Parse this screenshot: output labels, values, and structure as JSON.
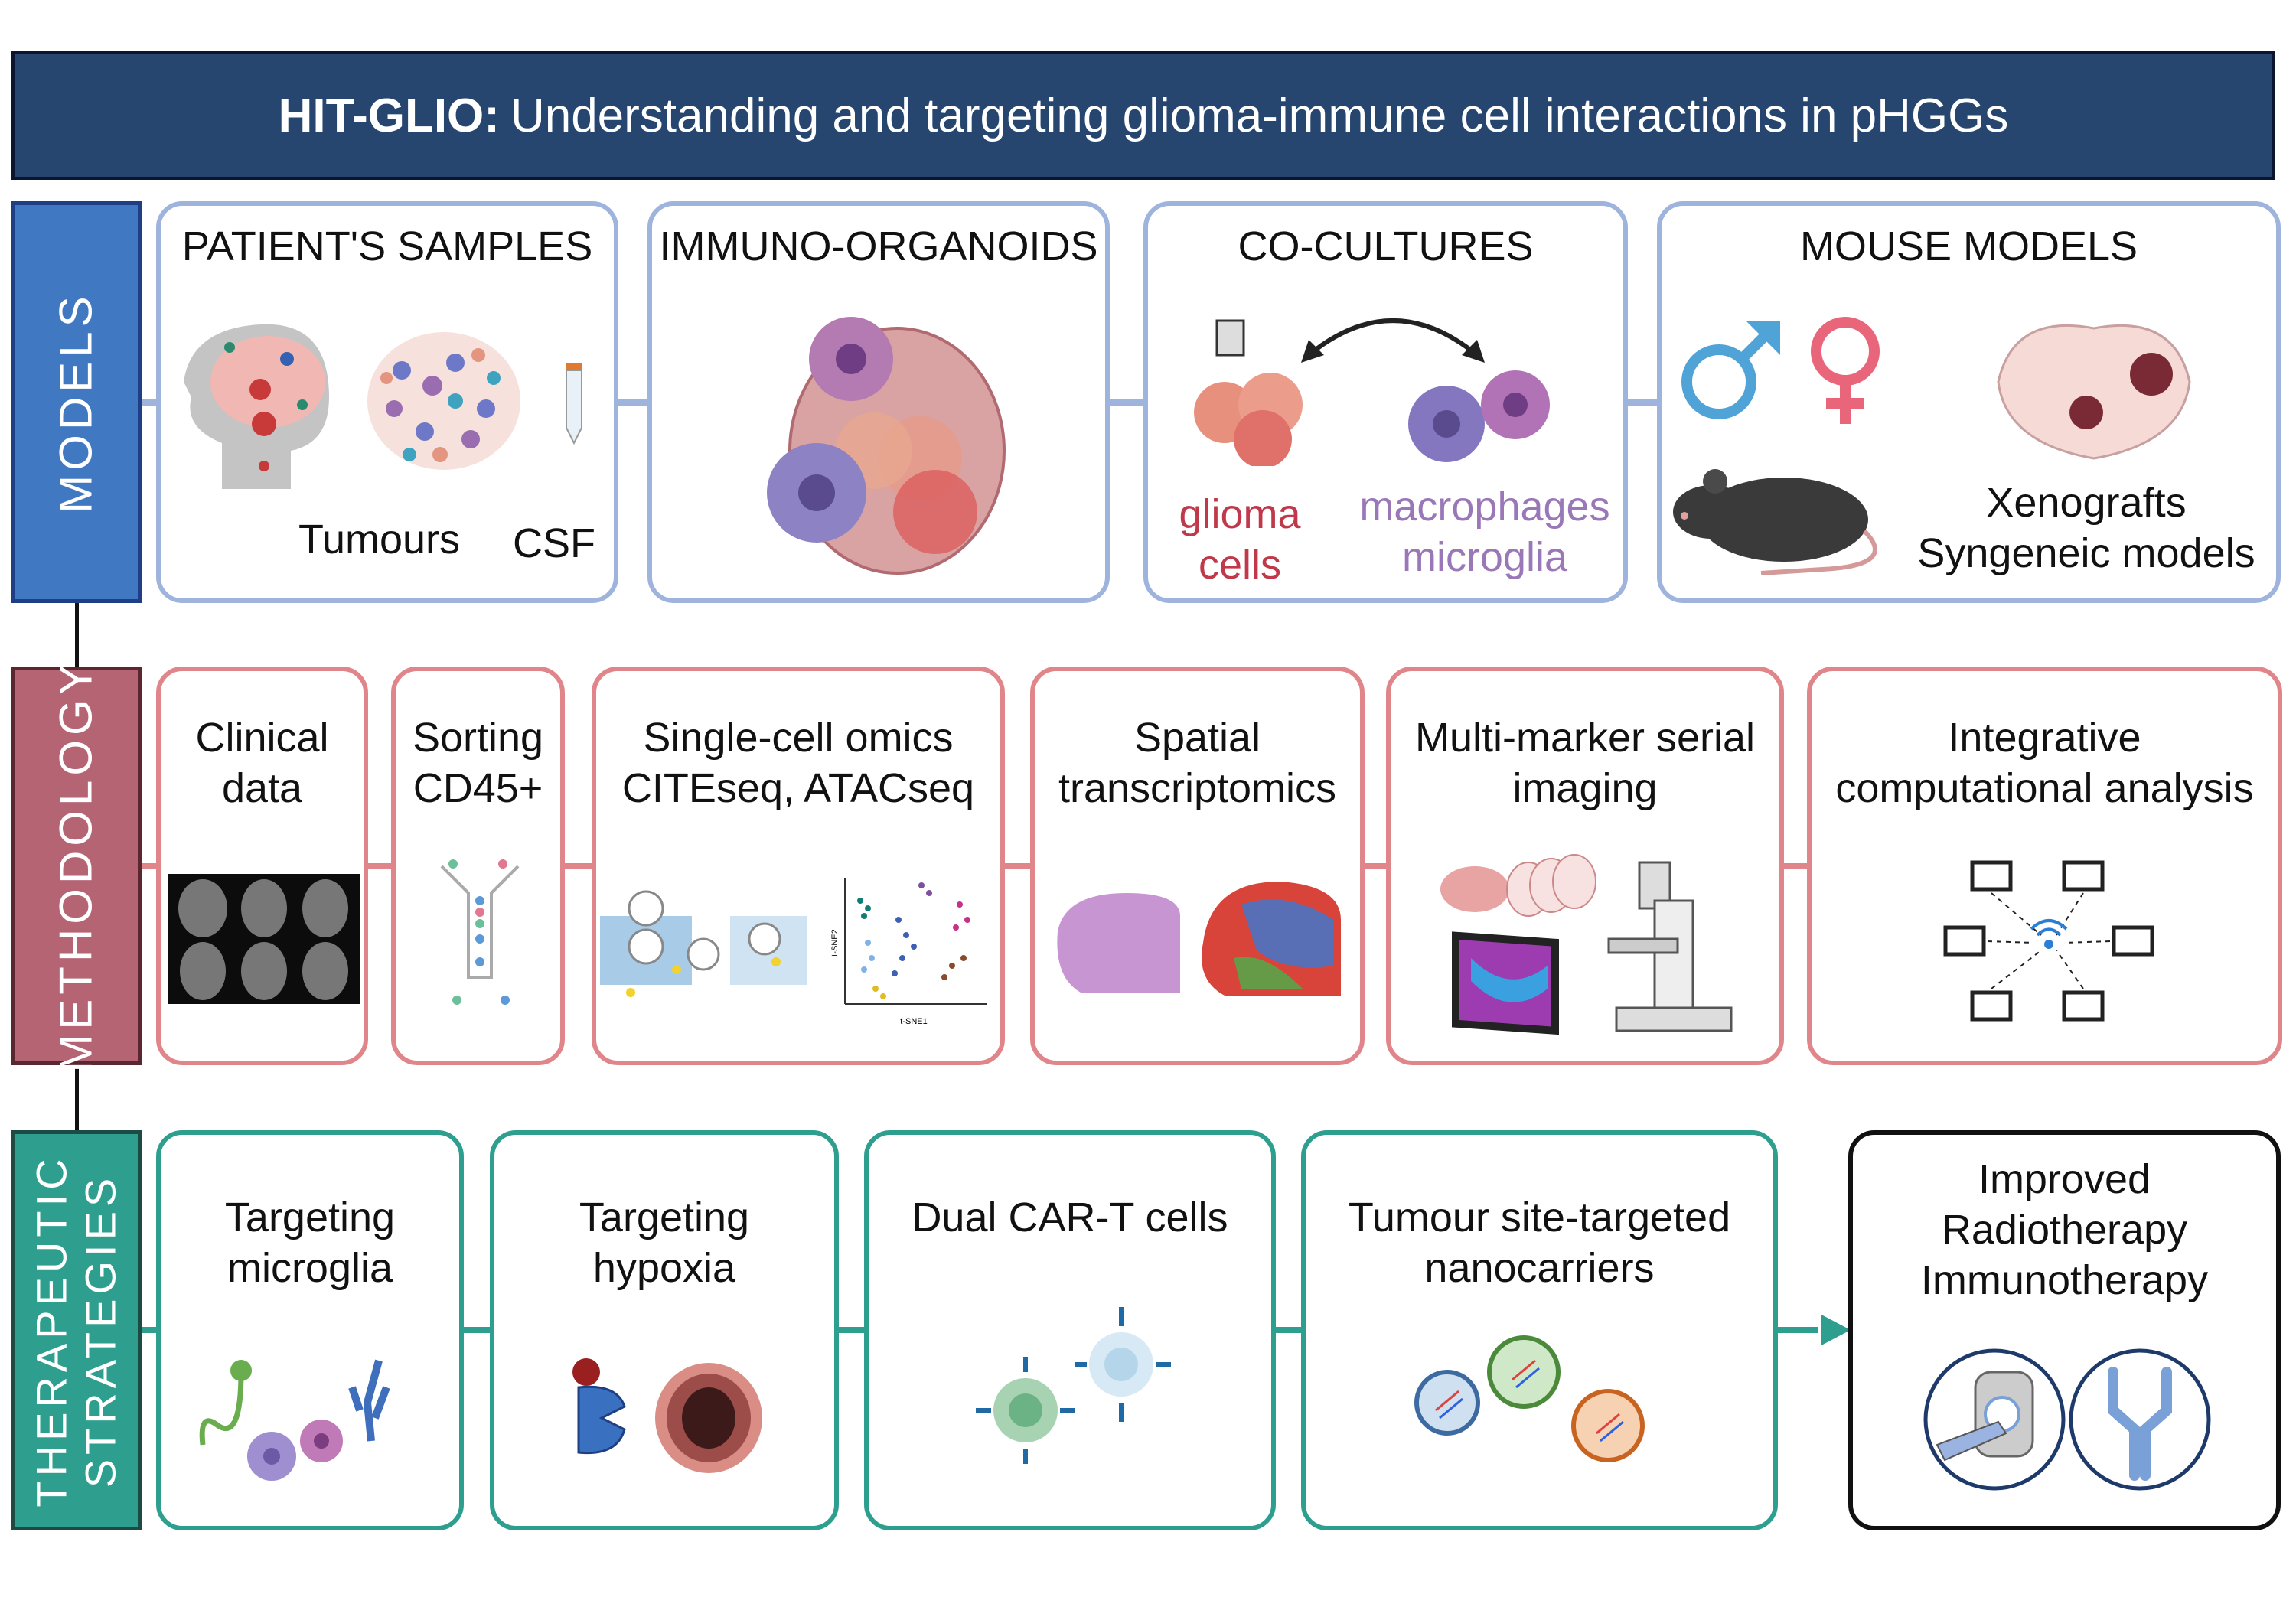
{
  "title": {
    "bold": "HIT-GLIO:",
    "rest": "Understanding and targeting glioma-immune cell interactions in pHGGs"
  },
  "colors": {
    "title_bg": "#26466f",
    "models": "#4178c2",
    "models_border": "#9fb4dc",
    "methodology": "#b56474",
    "methodology_border": "#e0868a",
    "therapeutic": "#2e9f8f",
    "glioma_text": "#c0394a",
    "macrophage_text": "#9a78b8"
  },
  "rows": {
    "models": {
      "label": "MODELS",
      "boxes": [
        {
          "title": "PATIENT'S SAMPLES",
          "captions": [
            "Tumours",
            "CSF"
          ],
          "icons": [
            "head-brain-icon",
            "tumour-tissue-icon",
            "test-tube-icon"
          ]
        },
        {
          "title": "IMMUNO-ORGANOIDS",
          "icons": [
            "organoid-icon"
          ]
        },
        {
          "title": "CO-CULTURES",
          "glioma": [
            "glioma",
            "cells"
          ],
          "macrophages": [
            "macrophages",
            "microglia"
          ],
          "icons": [
            "glioma-cells-icon",
            "double-arrow-icon",
            "macrophage-icon"
          ]
        },
        {
          "title": "MOUSE MODELS",
          "captions": [
            "Xenografts",
            "Syngeneic models"
          ],
          "icons": [
            "male-icon",
            "female-icon",
            "mouse-brain-icon",
            "mouse-icon"
          ]
        }
      ]
    },
    "methodology": {
      "label": "METHODOLOGY",
      "boxes": [
        {
          "title": [
            "Clinical",
            "data"
          ],
          "icons": [
            "mri-scans-icon"
          ]
        },
        {
          "title": [
            "Sorting",
            "CD45+"
          ],
          "icons": [
            "cell-sorter-icon"
          ]
        },
        {
          "title": [
            "Single-cell omics",
            "CITEseq, ATACseq"
          ],
          "tsne_x": "t-SNE1",
          "tsne_y": "t-SNE2",
          "icons": [
            "microfluidic-icon",
            "tsne-plot-icon"
          ]
        },
        {
          "title": [
            "Spatial",
            "transcriptomics"
          ],
          "icons": [
            "tissue-section-icon",
            "spatial-map-icon"
          ]
        },
        {
          "title": [
            "Multi-marker serial",
            "imaging"
          ],
          "icons": [
            "brain-slices-icon",
            "monitor-image-icon",
            "microscope-icon"
          ]
        },
        {
          "title": [
            "Integrative",
            "computational analysis"
          ],
          "icons": [
            "computer-network-icon"
          ]
        }
      ]
    },
    "therapeutic": {
      "label": [
        "THERAPEUTIC",
        "STRATEGIES"
      ],
      "boxes": [
        {
          "title": [
            "Targeting",
            "microglia"
          ],
          "icons": [
            "microglia-antibody-icon"
          ]
        },
        {
          "title": [
            "Targeting",
            "hypoxia"
          ],
          "icons": [
            "hypoxic-tumour-icon"
          ]
        },
        {
          "title": [
            "Dual CAR-T cells"
          ],
          "icons": [
            "car-t-cell-icon"
          ]
        },
        {
          "title": [
            "Tumour site-targeted",
            "nanocarriers"
          ],
          "icons": [
            "nanocarrier-icon"
          ]
        }
      ],
      "outcome": {
        "title": [
          "Improved",
          "Radiotherapy",
          "Immunotherapy"
        ],
        "icons": [
          "radiotherapy-machine-icon",
          "antibody-icon"
        ]
      }
    }
  }
}
